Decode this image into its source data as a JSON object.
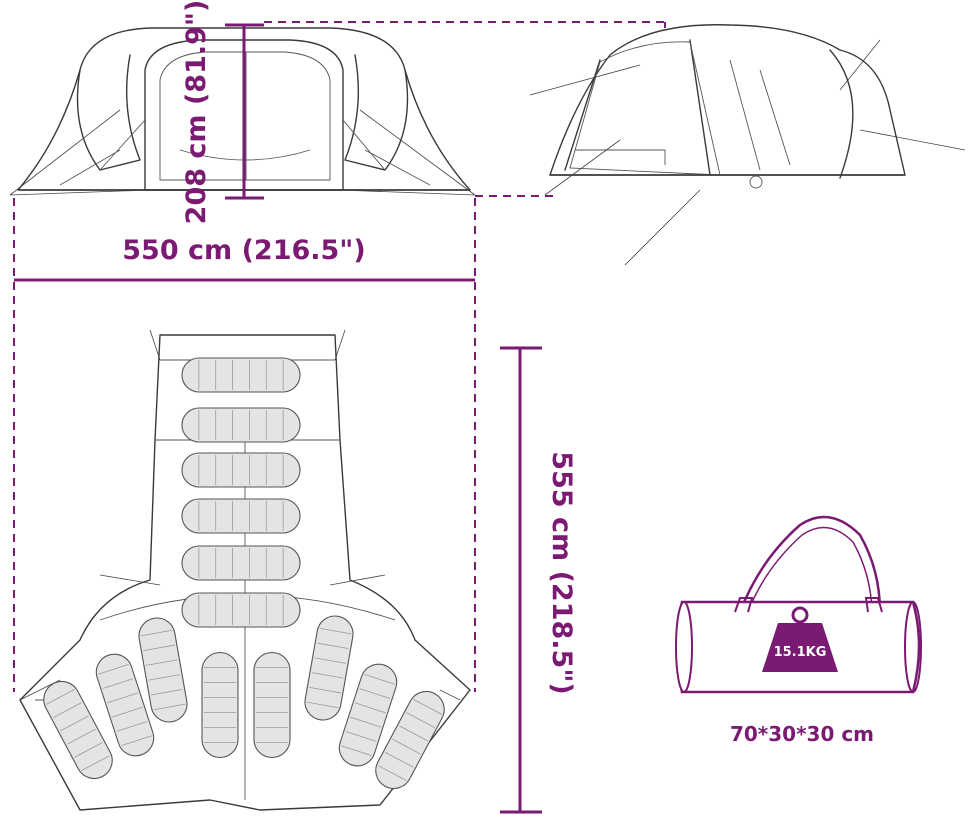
{
  "colors": {
    "dimension": "#7a1a72",
    "outline": "#3a3a3a",
    "sleeping_bag": "#e4e4e4"
  },
  "dimensions": {
    "height_label": "208 cm (81.9\")",
    "width_label": "550 cm (216.5\")",
    "depth_label": "555 cm (218.5\")"
  },
  "bag": {
    "weight_label": "15.1KG",
    "size_label": "70*30*30 cm",
    "icon": "weight-icon"
  },
  "illustrations": {
    "front_view": "tent-front-view",
    "side_view": "tent-side-view",
    "top_view": "tent-floor-plan",
    "sleeping_bag_count": 14
  }
}
